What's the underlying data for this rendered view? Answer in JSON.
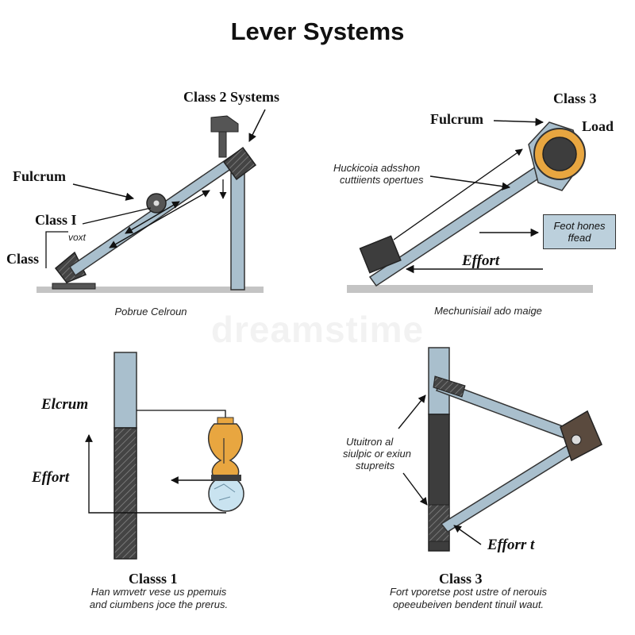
{
  "title": "Lever Systems",
  "panel_top_left": {
    "heading": "Class 2 Systems",
    "label_fulcrum": "Fulcrum",
    "label_class1": "Class I",
    "label_small": "voxt",
    "label_class": "Class",
    "caption": "Pobrue Celroun"
  },
  "panel_top_right": {
    "heading": "Class 3",
    "label_fulcrum": "Fulcrum",
    "label_load": "Load",
    "note_line1": "Huckicoia adsshon",
    "note_line2": "cuttiients opertues",
    "box_line1": "Feot hones",
    "box_line2": "ffead",
    "label_effort": "Effort",
    "caption": "Mechunisiail ado maige"
  },
  "panel_bottom_left": {
    "label_elcrum": "Elcrum",
    "label_effort": "Effort",
    "heading": "Classs 1",
    "caption_line1": "Han wmvetr vese us ppemuis",
    "caption_line2": "and ciumbens joce the prerus."
  },
  "panel_bottom_right": {
    "note_line1": "Utuitron al",
    "note_line2": "siulpic or exiun",
    "note_line3": "stupreits",
    "label_effort": "Efforr t",
    "heading": "Class 3",
    "caption_line1": "Fort vporetse post ustre of nerouis",
    "caption_line2": "opeeubeiven bendent tinuil waut."
  },
  "watermark": "dreamstime",
  "colors": {
    "beam": "#a9bfcd",
    "outline": "#333333",
    "dark": "#3d3d3d",
    "orange": "#e8a640",
    "ground": "#c4c4c4",
    "box": "#bcd0dc"
  }
}
